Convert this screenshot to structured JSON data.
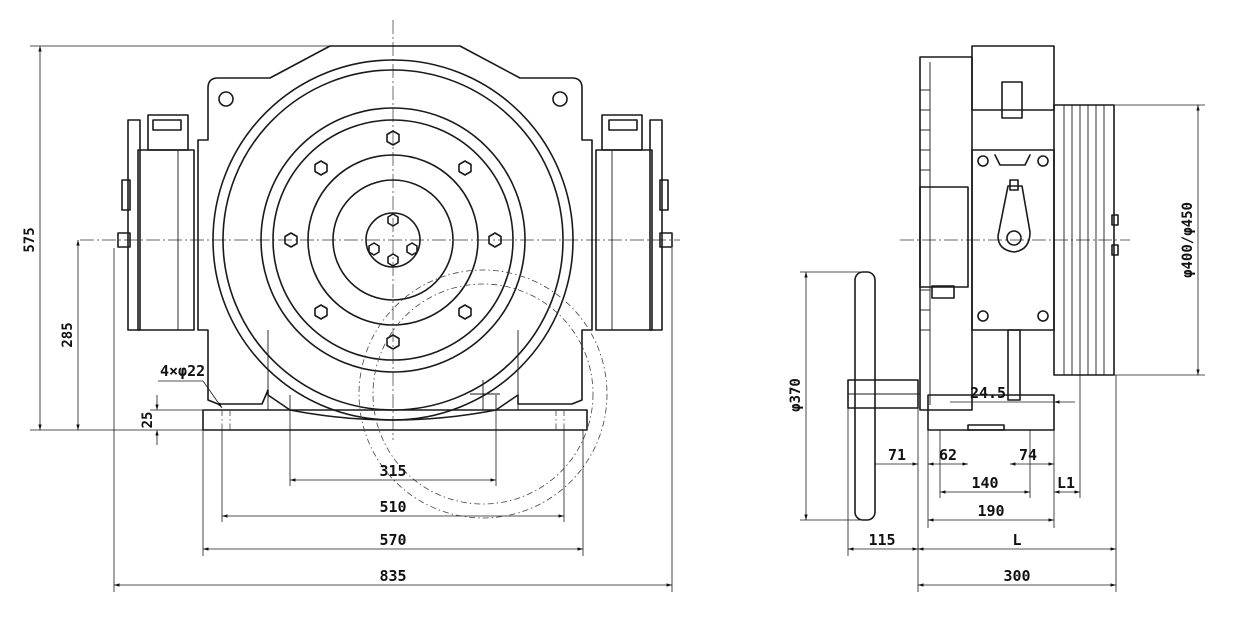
{
  "front_view": {
    "dimensions": {
      "height_total": "575",
      "shaft_height": "285",
      "base_thickness": "25",
      "holes": "4×φ22",
      "dim_315": "315",
      "dim_510": "510",
      "dim_570": "570",
      "dim_835": "835"
    }
  },
  "side_view": {
    "dimensions": {
      "handwheel_dia": "φ370",
      "sheave_dia": "φ400/φ450",
      "dim_24_5": "24.5",
      "dim_71": "71",
      "dim_62": "62",
      "dim_74": "74",
      "dim_140": "140",
      "dim_L1": "L1",
      "dim_190": "190",
      "dim_115": "115",
      "dim_L": "L",
      "dim_300": "300"
    }
  }
}
